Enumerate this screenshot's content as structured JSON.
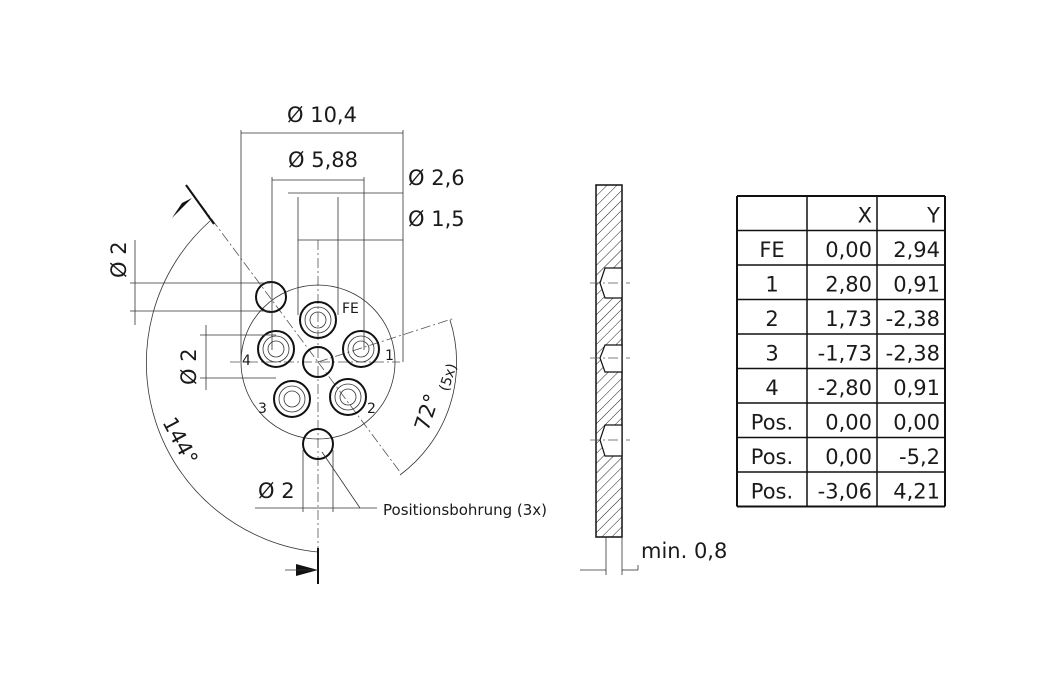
{
  "dimensions": {
    "d_outer": "Ø 10,4",
    "d_pitch": "Ø 5,88",
    "d_insert": "Ø 2,6",
    "d_hole": "Ø 1,5",
    "d_pos_left": "Ø 2",
    "d_contact_left": "Ø 2",
    "d_pos_bottom": "Ø 2",
    "angle_144": "144°",
    "angle_72": "72°",
    "angle_72_note": "(5x)",
    "position_holes": "Positionsbohrung (3x)",
    "min_thickness": "min. 0,8"
  },
  "pin_labels": {
    "fe": "FE",
    "p1": "1",
    "p2": "2",
    "p3": "3",
    "p4": "4"
  },
  "table": {
    "headers": [
      "",
      "X",
      "Y"
    ],
    "rows": [
      [
        "FE",
        "0,00",
        "2,94"
      ],
      [
        "1",
        "2,80",
        "0,91"
      ],
      [
        "2",
        "1,73",
        "-2,38"
      ],
      [
        "3",
        "-1,73",
        "-2,38"
      ],
      [
        "4",
        "-2,80",
        "0,91"
      ],
      [
        "Pos.",
        "0,00",
        "0,00"
      ],
      [
        "Pos.",
        "0,00",
        "-5,2"
      ],
      [
        "Pos.",
        "-3,06",
        "4,21"
      ]
    ]
  }
}
